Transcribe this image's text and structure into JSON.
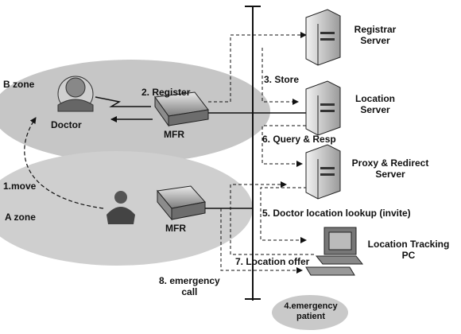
{
  "zones": {
    "b_zone": "B zone",
    "a_zone": "A zone"
  },
  "nodes": {
    "doctor": "Doctor",
    "mfr_top": "MFR",
    "mfr_bottom": "MFR",
    "registrar_line1": "Registrar",
    "registrar_line2": "Server",
    "location_line1": "Location",
    "location_line2": "Server",
    "proxy_line1": "Proxy & Redirect",
    "proxy_line2": "Server",
    "tracking_line1": "Location Tracking",
    "tracking_line2": "PC",
    "patient_line1": "4.emergency",
    "patient_line2": "patient"
  },
  "steps": {
    "move": "1.move",
    "register": "2. Register",
    "store": "3. Store",
    "lookup": "5. Doctor location lookup (invite)",
    "query": "6. Query & Resp",
    "offer": "7.  Location offer",
    "call_line1": "8. emergency",
    "call_line2": "call"
  },
  "colors": {
    "zone_fill": "#bcbcbc",
    "line": "#111111",
    "device": "#9a9a9a"
  }
}
